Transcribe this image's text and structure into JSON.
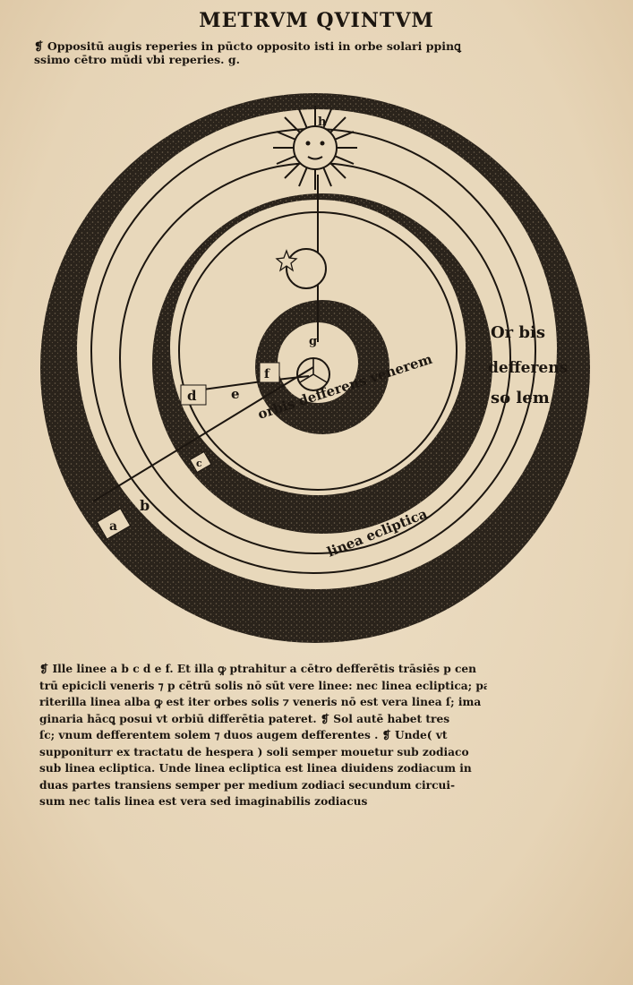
{
  "header": {
    "title": "METRVM QVINTVM"
  },
  "intro": {
    "lines": [
      "❡ Oppositū augis reperies in pūcto opposito isti in orbe solari ppinꝗ",
      "ssimo cētro mūdi vbi reperies. g."
    ]
  },
  "diagram": {
    "labels": {
      "a": "a",
      "b": "b",
      "c": "c",
      "d": "d",
      "e": "e",
      "f": "f",
      "g": "g",
      "h": "h",
      "orbis_venus": "orbis defferens venerem",
      "orbis_sol_1": "Or bis",
      "orbis_sol_2": "defferens",
      "orbis_sol_3": "so lem",
      "ecliptic": "linea ecliptica"
    }
  },
  "body": {
    "lines": [
      "❡ Ille linee a b c d e f. Et illa ꝙ ptrahitur a cētro defferētis trāsiēs p cen",
      "trū epicicli veneris ⁊ p cētrū solis nō sūt vere linee: nec linea ecliptica; pa.",
      "riterilla linea alba ꝙ est iter orbes solis ⁊ veneris nō est vera linea ſ; ima",
      "ginaria hācꝗ posui vt orbiū differētia pateret. ❡ Sol autē habet tres",
      "ſc; vnum defferentem solem ⁊ duos augem defferentes . ❡ Unde( vt",
      "supponiturr ex tractatu de hespera ) soli semper mouetur sub zodiaco",
      "sub linea ecliptica. Unde linea ecliptica est linea diuidens zodiacum in",
      "duas partes transiens semper per medium zodiaci secundum circui-",
      "sum nec talis linea est vera sed imaginabilis zodiacus"
    ]
  }
}
